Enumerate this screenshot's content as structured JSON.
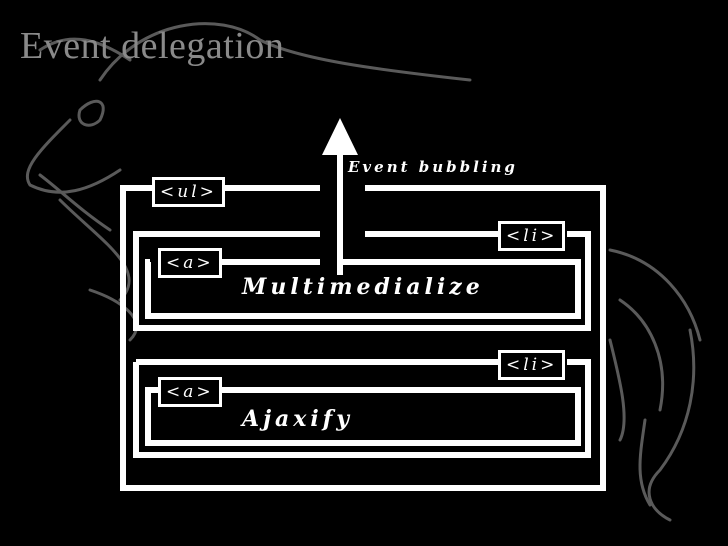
{
  "slide": {
    "title": "Event delegation"
  },
  "diagram": {
    "bubbling_label": "Event bubbling",
    "ul_tag": "<ul>",
    "items": [
      {
        "li_tag": "<li>",
        "a_tag": "<a>",
        "text": "Multimedialize"
      },
      {
        "li_tag": "<li>",
        "a_tag": "<a>",
        "text": "Ajaxify"
      }
    ]
  },
  "colors": {
    "background": "#000000",
    "foreground": "#ffffff",
    "title": "#8a8a8a",
    "sketch": "#5a5a5a"
  }
}
